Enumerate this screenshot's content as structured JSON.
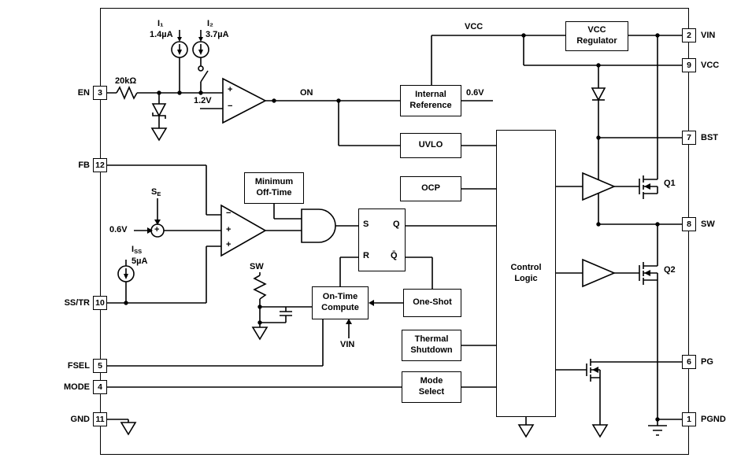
{
  "pins": {
    "left": [
      {
        "label": "EN",
        "number": "3"
      },
      {
        "label": "FB",
        "number": "12"
      },
      {
        "label": "SS/TR",
        "number": "10"
      },
      {
        "label": "FSEL",
        "number": "5"
      },
      {
        "label": "MODE",
        "number": "4"
      },
      {
        "label": "GND",
        "number": "11"
      }
    ],
    "right": [
      {
        "label": "VIN",
        "number": "2"
      },
      {
        "label": "VCC",
        "number": "9"
      },
      {
        "label": "BST",
        "number": "7"
      },
      {
        "label": "SW",
        "number": "8"
      },
      {
        "label": "PG",
        "number": "6"
      },
      {
        "label": "PGND",
        "number": "1"
      }
    ]
  },
  "blocks": {
    "vcc_regulator": {
      "line1": "VCC",
      "line2": "Regulator"
    },
    "internal_reference": {
      "line1": "Internal",
      "line2": "Reference"
    },
    "uvlo": {
      "line1": "UVLO"
    },
    "ocp": {
      "line1": "OCP"
    },
    "min_off_time": {
      "line1": "Minimum",
      "line2": "Off-Time"
    },
    "on_time_compute": {
      "line1": "On-Time",
      "line2": "Compute"
    },
    "one_shot": {
      "line1": "One-Shot"
    },
    "control_logic": {
      "line1": "Control",
      "line2": "Logic"
    },
    "thermal_shutdown": {
      "line1": "Thermal",
      "line2": "Shutdown"
    },
    "mode_select": {
      "line1": "Mode",
      "line2": "Select"
    }
  },
  "latch": {
    "s": "S",
    "q": "Q",
    "r": "R",
    "q_bar": "Q̄"
  },
  "labels": {
    "i1_name": "I₁",
    "i1_value": "1.4µA",
    "i2_name": "I₂",
    "i2_value": "3.7µA",
    "en_resistor": "20kΩ",
    "comparator_ref": "1.2V",
    "on_signal": "ON",
    "vcc_rail": "VCC",
    "ref_out": "0.6V",
    "sum_ref": "0.6V",
    "se_base": "S",
    "se_sub": "E",
    "iss_base": "I",
    "iss_sub": "SS",
    "iss_value": "5µA",
    "sw_node": "SW",
    "vin_sense": "VIN",
    "q1": "Q1",
    "q2": "Q2",
    "plus": "+",
    "minus": "−"
  }
}
